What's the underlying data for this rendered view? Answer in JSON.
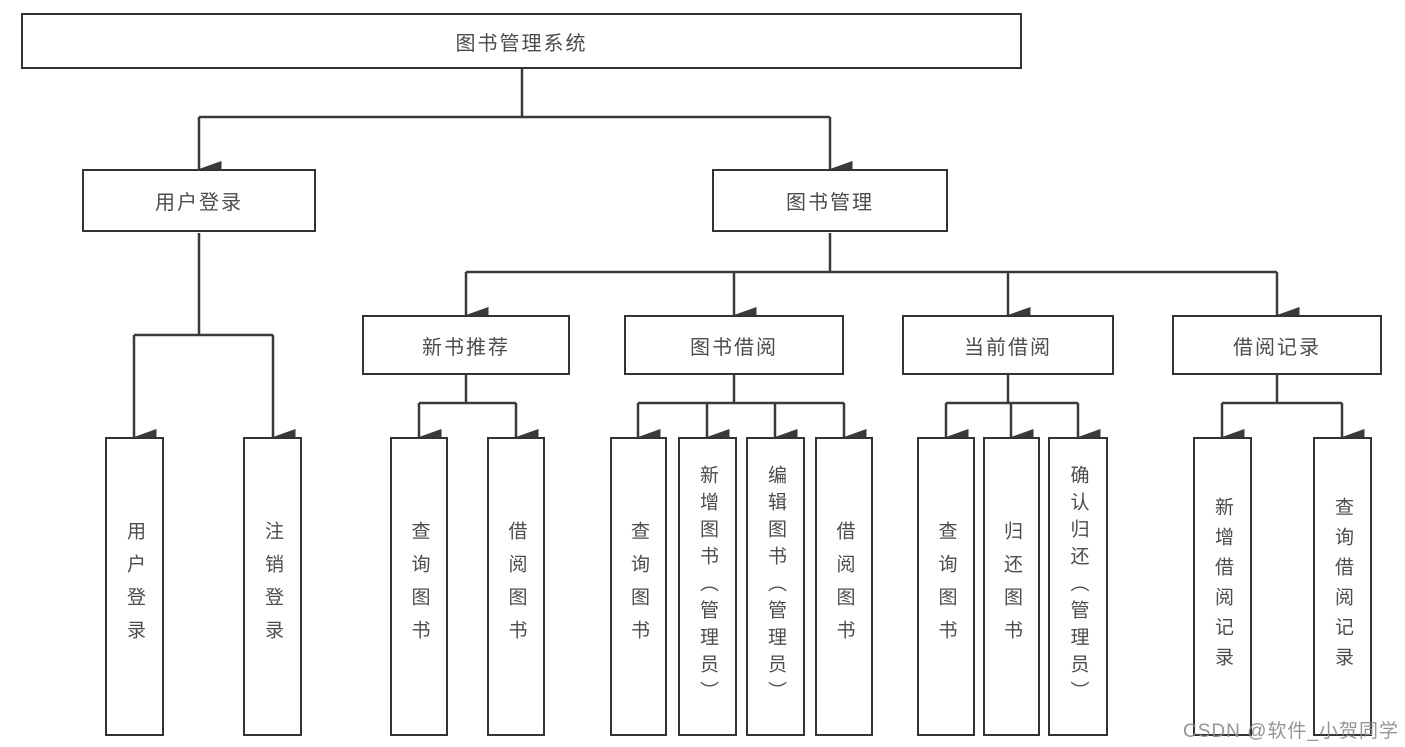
{
  "diagram": {
    "root": {
      "label": "图书管理系统"
    },
    "branches": [
      {
        "label": "用户登录",
        "children": [
          {
            "label": "用户登录"
          },
          {
            "label": "注销登录"
          }
        ]
      },
      {
        "label": "图书管理",
        "children": [
          {
            "label": "新书推荐",
            "children": [
              {
                "label": "查询图书"
              },
              {
                "label": "借阅图书"
              }
            ]
          },
          {
            "label": "图书借阅",
            "children": [
              {
                "label": "查询图书"
              },
              {
                "label": "新增图书（管理员）"
              },
              {
                "label": "编辑图书（管理员）"
              },
              {
                "label": "借阅图书"
              }
            ]
          },
          {
            "label": "当前借阅",
            "children": [
              {
                "label": "查询图书"
              },
              {
                "label": "归还图书"
              },
              {
                "label": "确认归还（管理员）"
              }
            ]
          },
          {
            "label": "借阅记录",
            "children": [
              {
                "label": "新增借阅记录"
              },
              {
                "label": "查询借阅记录"
              }
            ]
          }
        ]
      }
    ]
  },
  "watermark": {
    "text": "CSDN @软件_小贺同学"
  },
  "colors": {
    "line": "#3a3a3a",
    "border": "#333333",
    "text": "#4c4c4c",
    "watermark": "#8a8a8a"
  }
}
